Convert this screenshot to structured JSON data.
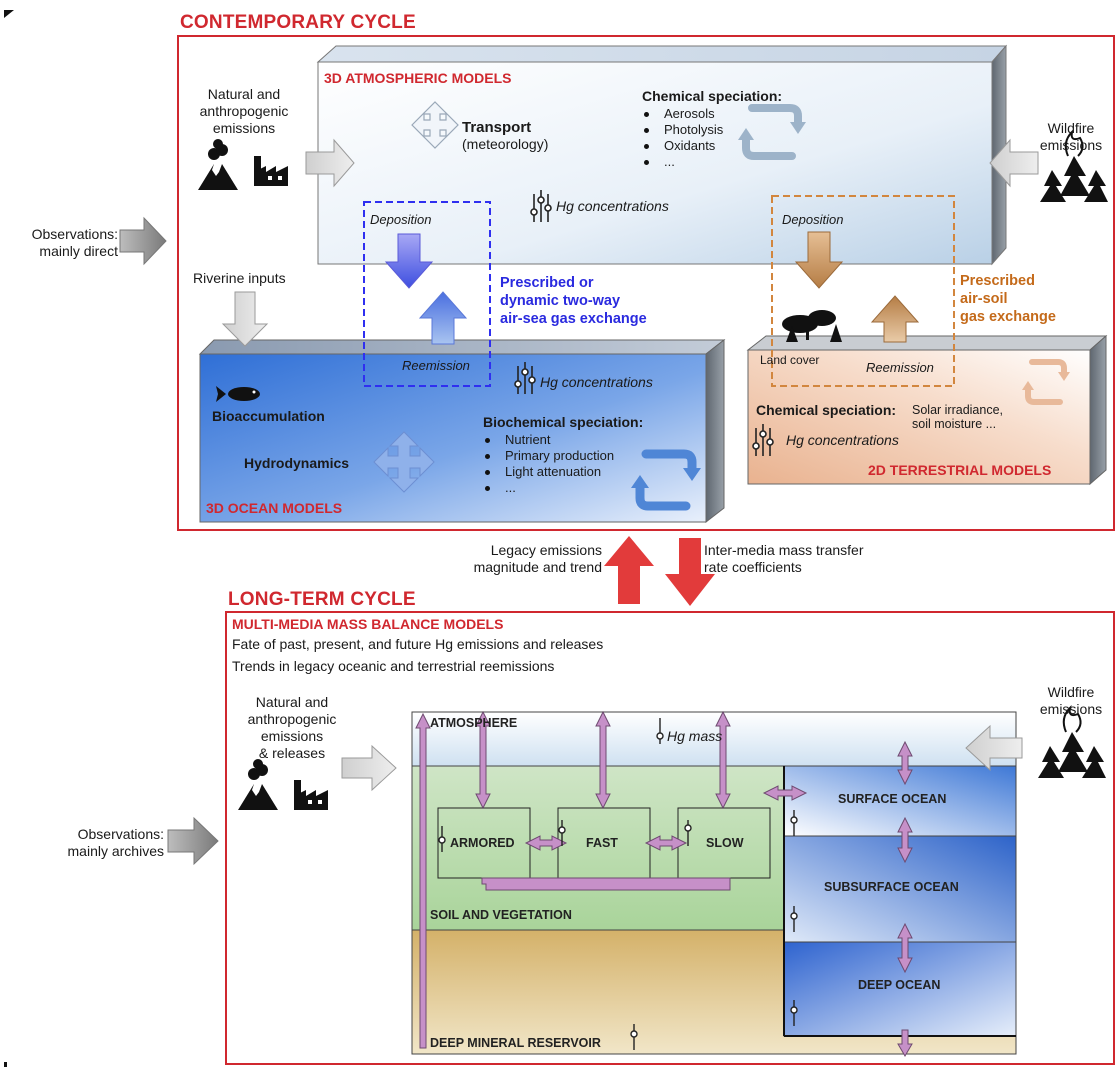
{
  "contemporary": {
    "title": "CONTEMPORARY CYCLE",
    "atmos_title": "3D ATMOSPHERIC MODELS",
    "ocean_title": "3D OCEAN MODELS",
    "terr_title": "2D TERRESTRIAL MODELS",
    "emissions": [
      "Natural and",
      "anthropogenic",
      "emissions"
    ],
    "wildfire": [
      "Wildfire",
      "emissions"
    ],
    "observations": [
      "Observations:",
      "mainly direct"
    ],
    "transport": "Transport",
    "transport_sub": "(meteorology)",
    "chem_spec": "Chemical speciation:",
    "chem_items": [
      "Aerosols",
      "Photolysis",
      "Oxidants",
      "..."
    ],
    "hg_conc": "Hg concentrations",
    "deposition": "Deposition",
    "reemission": "Reemission",
    "riverine": "Riverine inputs",
    "sea_exchange": [
      "Prescribed or",
      "dynamic two-way",
      "air-sea gas exchange"
    ],
    "soil_exchange": [
      "Prescribed",
      "air-soil",
      "gas exchange"
    ],
    "land_cover": "Land cover",
    "bioaccumulation": "Bioaccumulation",
    "hydrodynamics": "Hydrodynamics",
    "biochem_spec": "Biochemical speciation:",
    "biochem_items": [
      "Nutrient",
      "Primary production",
      "Light attenuation",
      "..."
    ],
    "terr_chem_spec": "Chemical speciation:",
    "terr_chem_detail": [
      "Solar irradiance,",
      "soil moisture ..."
    ]
  },
  "links": {
    "legacy": [
      "Legacy emissions",
      "magnitude and trend"
    ],
    "intermedia": [
      "Inter-media mass transfer",
      "rate coefficients"
    ]
  },
  "longterm": {
    "title": "LONG-TERM CYCLE",
    "mm_title": "MULTI-MEDIA MASS BALANCE MODELS",
    "fate": "Fate of past, present, and future Hg emissions and releases",
    "trends": "Trends in legacy oceanic and terrestrial reemissions",
    "emissions": [
      "Natural and",
      "anthropogenic",
      "emissions",
      "& releases"
    ],
    "wildfire": [
      "Wildfire",
      "emissions"
    ],
    "observations": [
      "Observations:",
      "mainly archives"
    ],
    "atmosphere": "ATMOSPHERE",
    "hg_mass": "Hg mass",
    "armored": "ARMORED",
    "fast": "FAST",
    "slow": "SLOW",
    "soil_veg": "SOIL AND VEGETATION",
    "surface_ocean": "SURFACE OCEAN",
    "subsurface_ocean": "SUBSURFACE OCEAN",
    "deep_ocean": "DEEP OCEAN",
    "deep_mineral": "DEEP MINERAL RESERVOIR"
  },
  "colors": {
    "red": "#d0282f",
    "blue_text": "#2a2adf",
    "orange_text": "#c46a1a",
    "purple_arrow": "#c690c8"
  }
}
